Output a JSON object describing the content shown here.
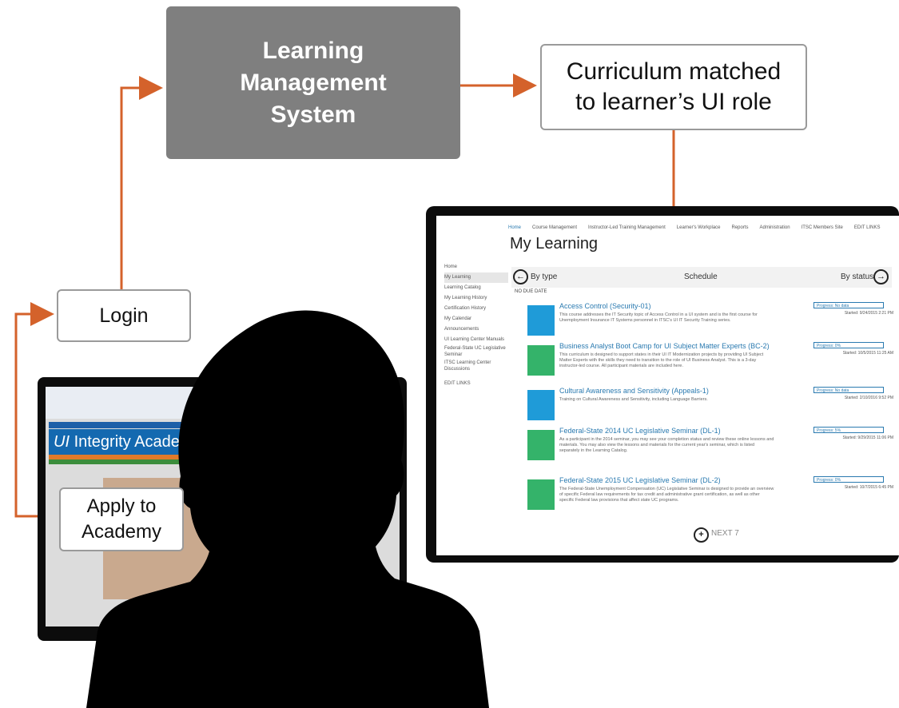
{
  "flow": {
    "lms_label": "Learning Management System",
    "curriculum_label": "Curriculum matched to learner’s UI role",
    "login_label": "Login",
    "apply_label": "Apply to Academy"
  },
  "colors": {
    "arrow": "#d4622b",
    "lms_box": "#7f7f7f",
    "box_border": "#9a9a9a"
  },
  "lms_screen": {
    "nav": [
      "Home",
      "Course Management",
      "Instructor-Led Training Management",
      "Learner's Workplace",
      "Reports",
      "Administration",
      "ITSC Members Site",
      "EDIT LINKS"
    ],
    "title": "My Learning",
    "sidebar": [
      "Home",
      "My Learning",
      "Learning Catalog",
      "My Learning History",
      "Certification History",
      "My Calendar",
      "Announcements",
      "UI Learning Center Manuals",
      "Federal-State UC Legislative Seminar",
      "ITSC Learning Center Discussions",
      "EDIT LINKS"
    ],
    "by_type": "By type",
    "schedule": "Schedule",
    "by_status": "By status",
    "no_due_date": "NO DUE DATE",
    "next": "NEXT 7",
    "courses": [
      {
        "title": "Access Control (Security-01)",
        "desc": "This course addresses the IT Security topic of Access Control in a UI system and is the first course for Unemployment Insurance IT Systems personnel in ITSC's UI IT Security Training series.",
        "progress": "Progress: No data",
        "started": "Started: 9/24/2015 2:21 PM",
        "icon": "computer-icon"
      },
      {
        "title": "Business Analyst Boot Camp for UI Subject Matter Experts (BC-2)",
        "desc": "This curriculum is designed to support states in their UI IT Modernization projects by providing UI Subject Matter Experts with the skills they need to transition to the role of UI Business Analyst. This is a 3-day instructor-led course. All participant materials are included here.",
        "progress": "Progress: 0%",
        "started": "Started: 10/5/2015 11:25 AM",
        "icon": "folder-icon"
      },
      {
        "title": "Cultural Awareness and Sensitivity (Appeals-1)",
        "desc": "Training on Cultural Awareness and Sensitivity, including Language Barriers.",
        "progress": "Progress: No data",
        "started": "Started: 2/10/2016 9:52 PM",
        "icon": "computer-icon"
      },
      {
        "title": "Federal-State 2014 UC Legislative Seminar (DL-1)",
        "desc": "As a participant in the 2014 seminar, you may see your completion status and review these online lessons and materials. You may also view the lessons and materials for the current year's seminar, which is listed separately in the Learning Catalog.",
        "progress": "Progress: 5%",
        "started": "Started: 9/29/2015 11:06 PM",
        "icon": "folder-icon"
      },
      {
        "title": "Federal-State 2015 UC Legislative Seminar (DL-2)",
        "desc": "The Federal-State Unemployment Compensation (UC) Legislative Seminar is designed to provide an overview of specific Federal law requirements for tax credit and administrative grant certification, as well as other specific Federal law provisions that affect state UC programs.",
        "progress": "Progress: 0%",
        "started": "Started: 10/7/2015 6:45 PM",
        "icon": "folder-icon"
      }
    ]
  },
  "academy_screen": {
    "banner_prefix": "UI",
    "banner_rest": "Integrity Academy"
  }
}
